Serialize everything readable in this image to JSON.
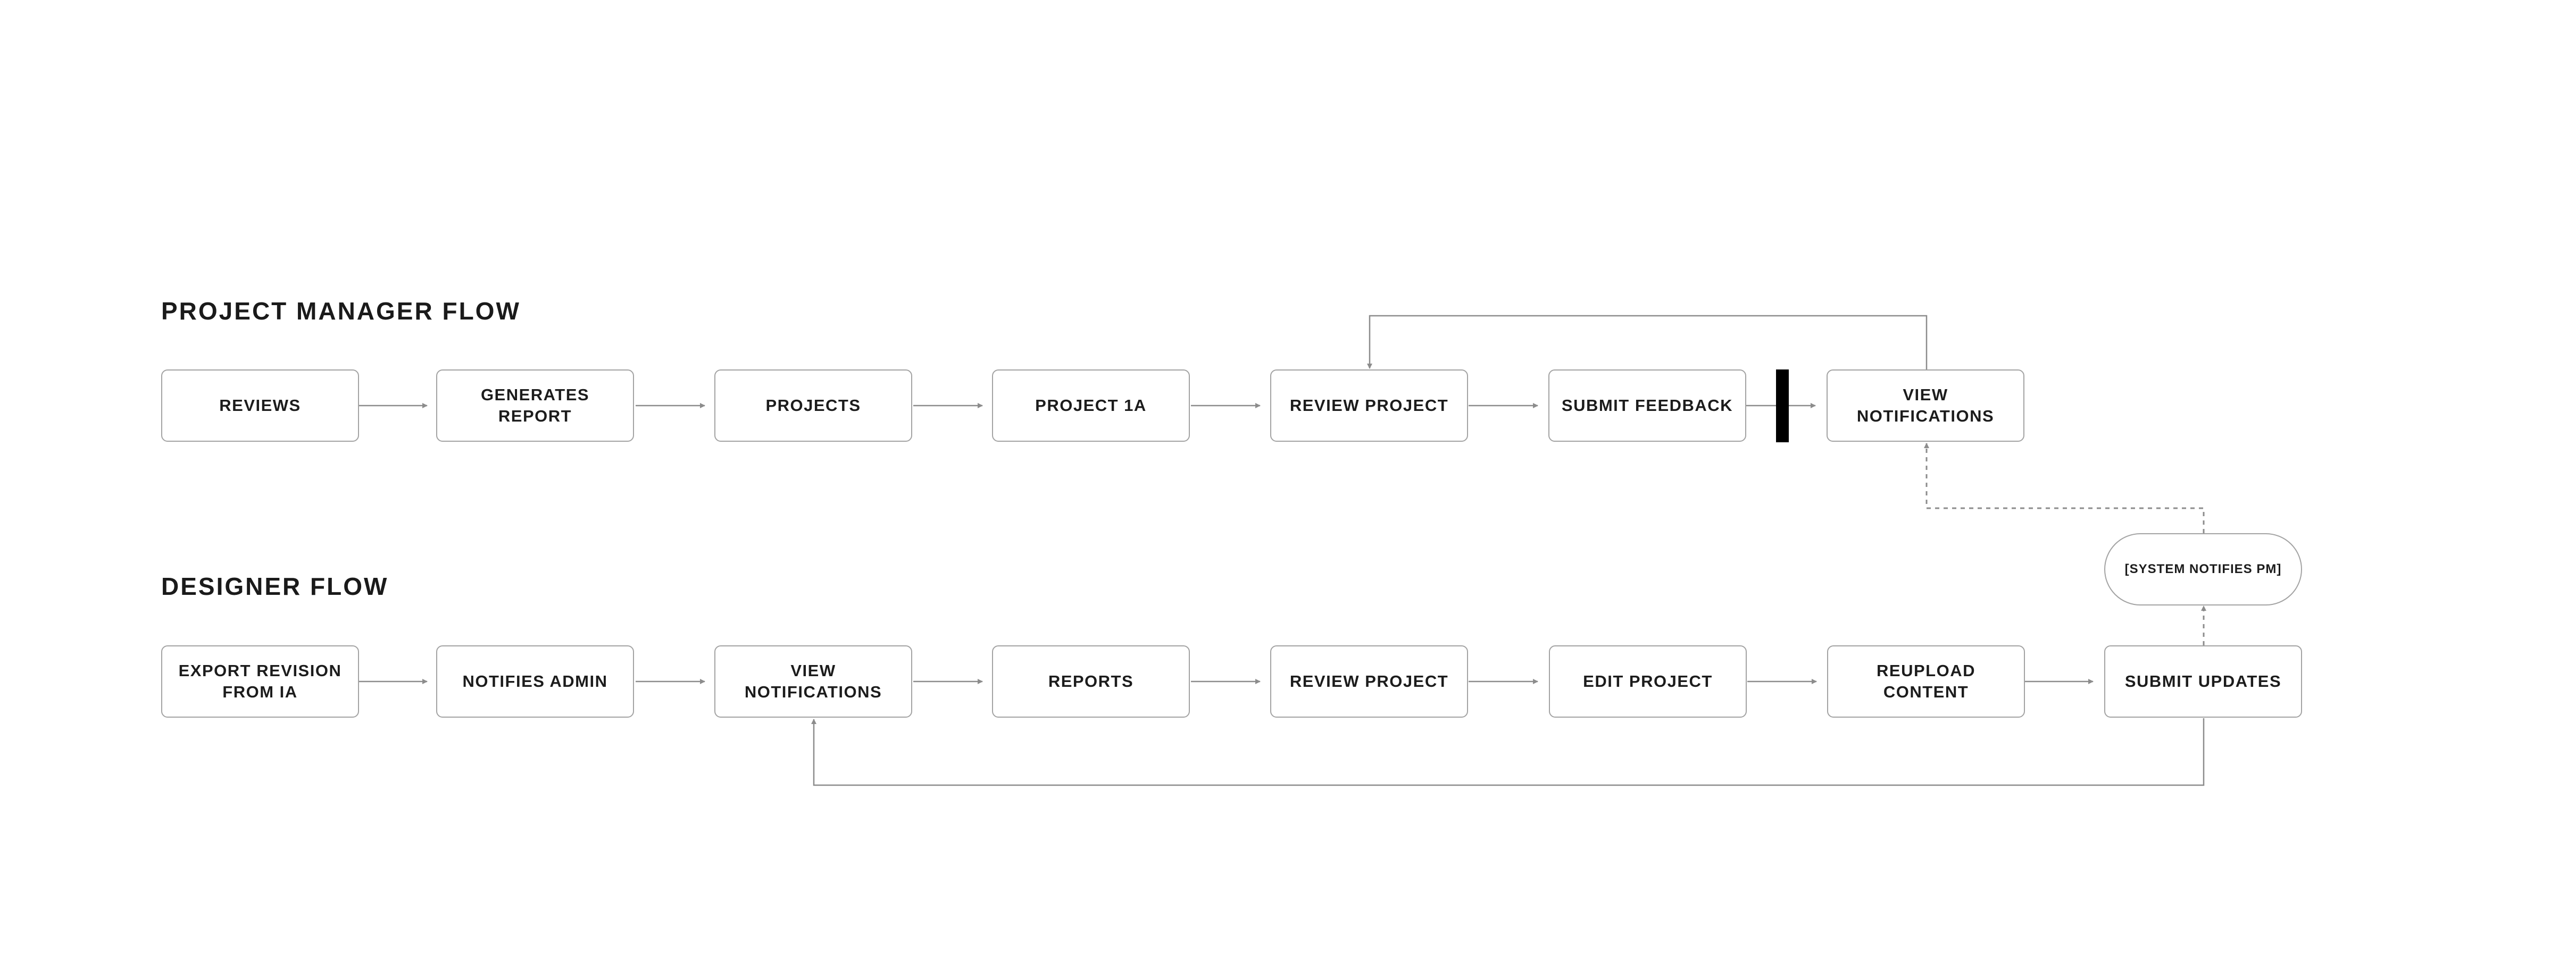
{
  "flows": {
    "pm": {
      "title": "PROJECT MANAGER FLOW",
      "steps": [
        "REVIEWS",
        "GENERATES\nREPORT",
        "PROJECTS",
        "PROJECT 1A",
        "REVIEW  PROJECT",
        "SUBMIT FEEDBACK",
        "VIEW\nNOTIFICATIONS"
      ]
    },
    "designer": {
      "title": "DESIGNER FLOW",
      "steps": [
        "EXPORT REVISION\nFROM IA",
        "NOTIFIES ADMIN",
        "VIEW\nNOTIFICATIONS",
        "REPORTS",
        "REVIEW  PROJECT",
        "EDIT PROJECT",
        "REUPLOAD\nCONTENT",
        "SUBMIT UPDATES"
      ]
    }
  },
  "system_note": "[SYSTEM NOTIFIES PM]",
  "colors": {
    "border": "#a3a3a3",
    "connector": "#8c8c8c",
    "text": "#1c1c1c",
    "bar": "#000000"
  }
}
